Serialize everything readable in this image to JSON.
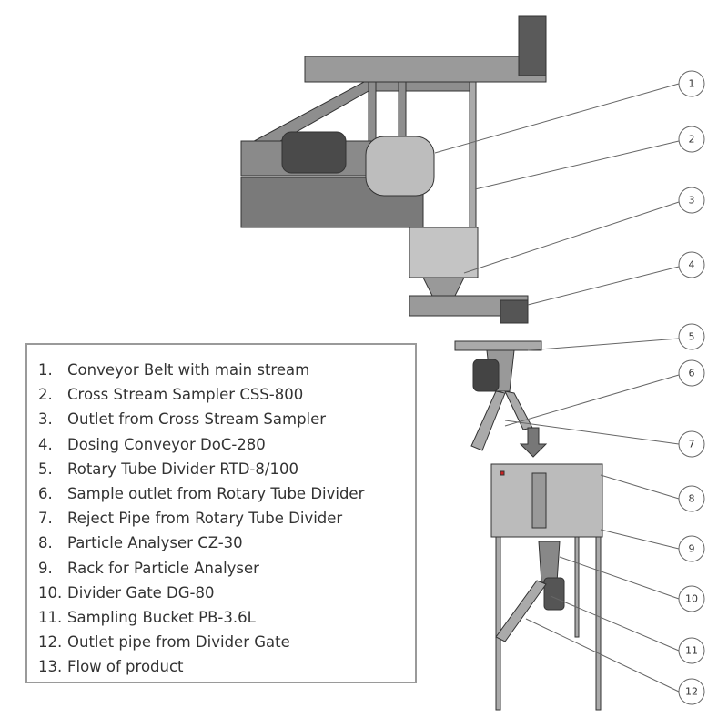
{
  "legend": [
    {
      "num": "1.",
      "label": "Conveyor Belt with main stream"
    },
    {
      "num": "2.",
      "label": "Cross Stream Sampler CSS-800"
    },
    {
      "num": "3.",
      "label": "Outlet from Cross Stream Sampler"
    },
    {
      "num": "4.",
      "label": "Dosing Conveyor DoC-280"
    },
    {
      "num": "5.",
      "label": "Rotary Tube Divider RTD-8/100"
    },
    {
      "num": "6.",
      "label": "Sample outlet from Rotary Tube Divider"
    },
    {
      "num": "7.",
      "label": "Reject Pipe from Rotary Tube Divider"
    },
    {
      "num": "8.",
      "label": "Particle Analyser CZ-30"
    },
    {
      "num": "9.",
      "label": "Rack for Particle Analyser"
    },
    {
      "num": "10.",
      "label": "Divider Gate DG-80"
    },
    {
      "num": "11.",
      "label": "Sampling Bucket PB-3.6L"
    },
    {
      "num": "12.",
      "label": "Outlet pipe from Divider Gate"
    },
    {
      "num": "13.",
      "label": "Flow of product"
    }
  ],
  "callouts": [
    "1",
    "2",
    "3",
    "4",
    "5",
    "6",
    "7",
    "8",
    "9",
    "10",
    "11",
    "12"
  ],
  "colors": {
    "machine": "#8a8a8a",
    "machine_dark": "#4a4a4a",
    "line": "#555555"
  }
}
